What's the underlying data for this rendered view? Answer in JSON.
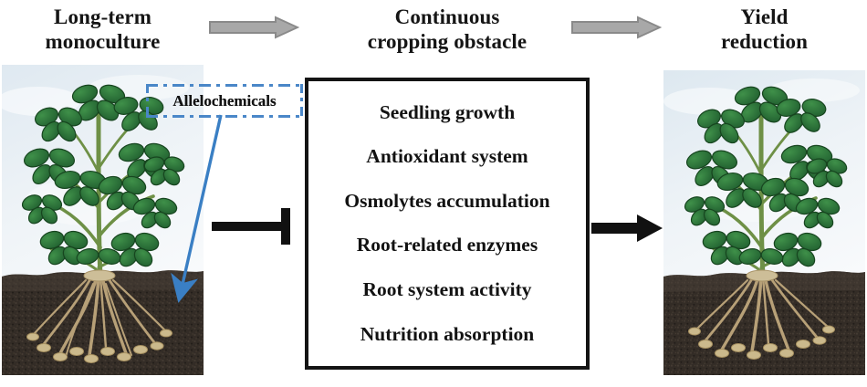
{
  "header": {
    "left_title": "Long-term\nmonoculture",
    "mid_title": "Continuous\ncropping obstacle",
    "right_title": "Yield\nreduction",
    "arrow_1_name": "gray-arrow-right",
    "arrow_2_name": "gray-arrow-right"
  },
  "callout": {
    "label": "Allelochemicals",
    "border_color": "#4a87c8",
    "arrow_color": "#3a7fc4"
  },
  "effects": {
    "items": [
      "Seedling growth",
      "Antioxidant system",
      "Osmolytes accumulation",
      "Root-related enzymes",
      "Root system activity",
      "Nutrition absorption"
    ],
    "border_color": "#141414"
  },
  "connectors": {
    "inhibition_label": "inhibition-bar",
    "result_arrow_label": "black-arrow-right",
    "color": "#111111"
  },
  "images": {
    "left_plant_caption": "peanut plant with roots in soil",
    "right_plant_caption": "peanut plant with roots in soil",
    "sky_color": "#e8eef4",
    "soil_color": "#332c26",
    "leaf_color": "#2f7d3a",
    "stem_color": "#6d8f46",
    "root_color": "#b9a072"
  },
  "colors": {
    "gray_arrow_fill": "#a8a8a8",
    "gray_arrow_stroke": "#8a8a8a",
    "text": "#131313"
  }
}
